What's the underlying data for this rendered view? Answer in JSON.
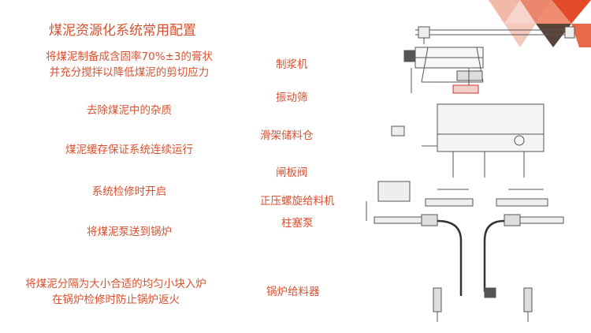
{
  "title": "煤泥资源化系统常用配置",
  "rows": [
    {
      "desc": [
        "将煤泥制备成含固率70%±3的膏状",
        "并充分搅拌以降低煤泥的剪切应力"
      ],
      "equipment": "制浆机"
    },
    {
      "desc": [
        "去除煤泥中的杂质"
      ],
      "equipment": "振动筛"
    },
    {
      "desc": [
        "煤泥缓存保证系统连续运行"
      ],
      "equipment": "滑架储料仓"
    },
    {
      "desc": [
        "系统检修时开启"
      ],
      "equipment": "闸板阀"
    },
    {
      "desc": [],
      "equipment": "正压螺旋给料机"
    },
    {
      "desc": [
        "将煤泥泵送到锅炉"
      ],
      "equipment": "柱塞泵"
    },
    {
      "desc": [
        "将煤泥分隔为大小合适的均匀小块入炉",
        "在锅炉检修时防止锅炉返火"
      ],
      "equipment": "锅炉给料器"
    }
  ],
  "colors": {
    "accent": "#d9502f",
    "dark": "#5a4338",
    "line": "#555555"
  }
}
